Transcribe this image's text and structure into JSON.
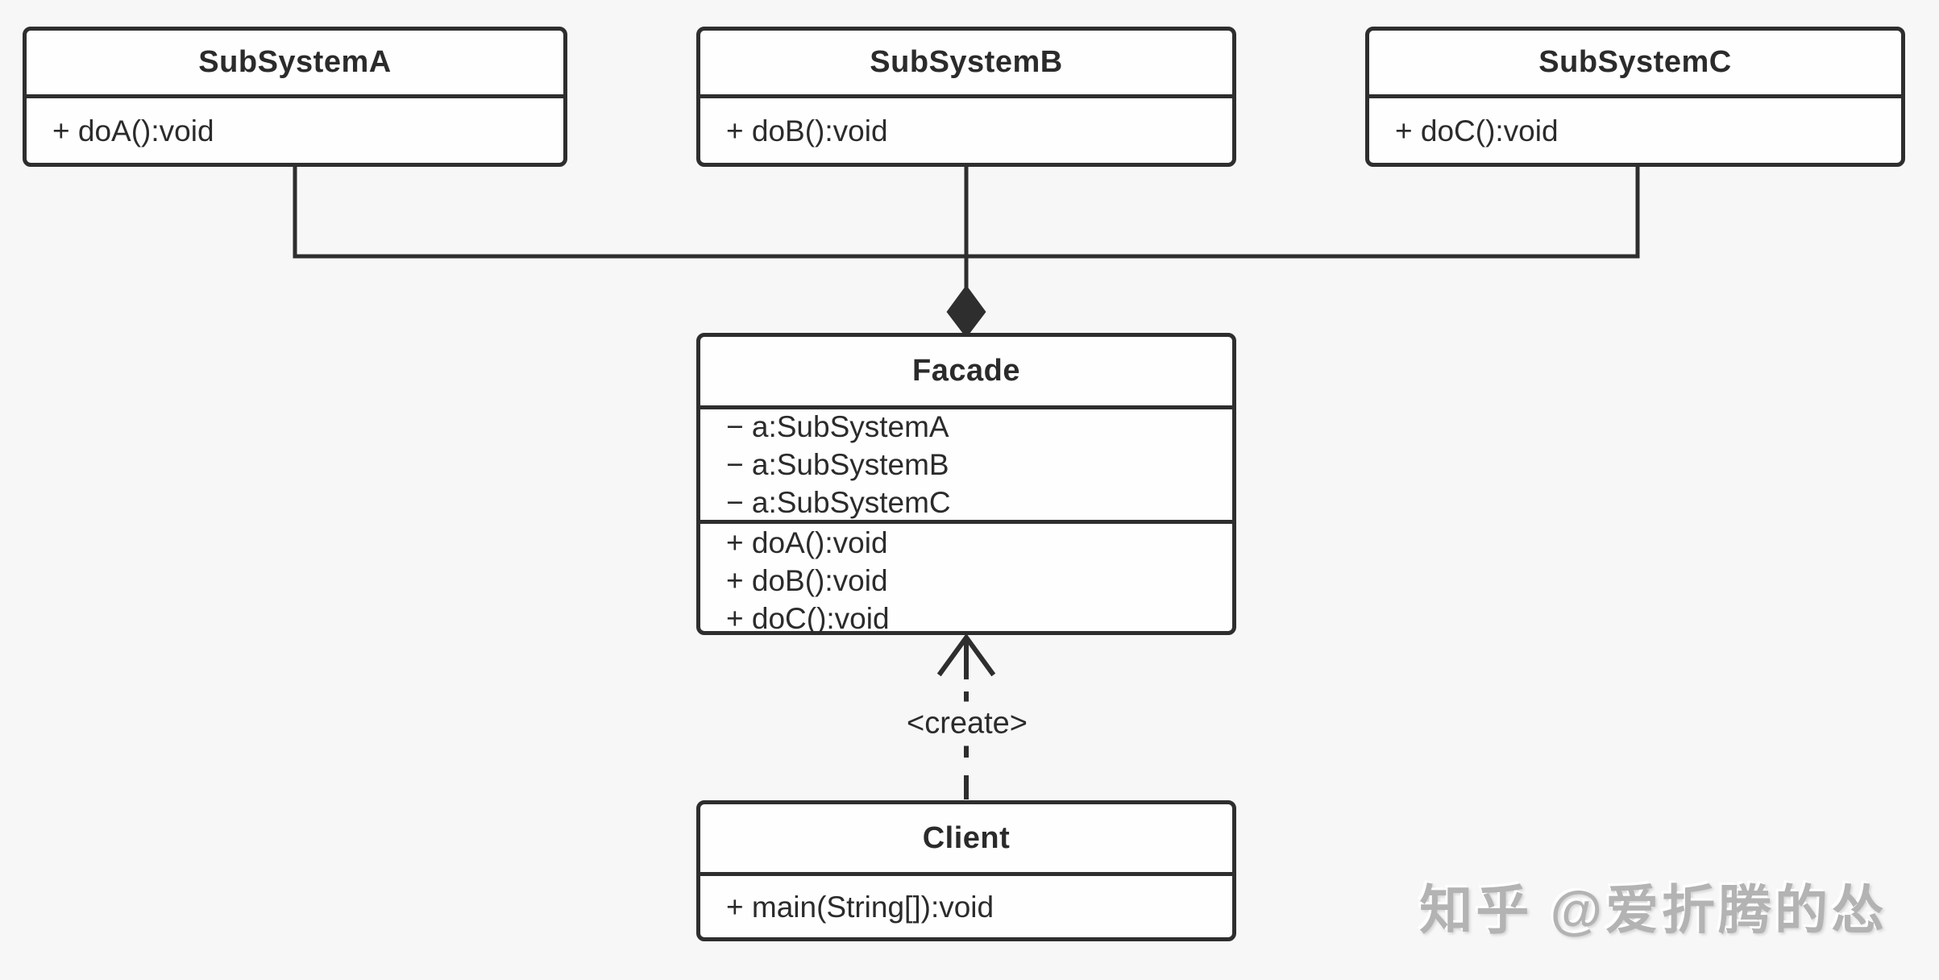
{
  "diagram": {
    "pattern": "Facade",
    "classes": [
      {
        "name": "SubSystemA",
        "attributes": [],
        "methods": [
          "+ doA():void"
        ]
      },
      {
        "name": "SubSystemB",
        "attributes": [],
        "methods": [
          "+ doB():void"
        ]
      },
      {
        "name": "SubSystemC",
        "attributes": [],
        "methods": [
          "+ doC():void"
        ]
      },
      {
        "name": "Facade",
        "attributes": [
          "− a:SubSystemA",
          "− a:SubSystemB",
          "− a:SubSystemC"
        ],
        "methods": [
          "+ doA():void",
          "+ doB():void",
          "+ doC():void"
        ]
      },
      {
        "name": "Client",
        "attributes": [],
        "methods": [
          "+ main(String[]):void"
        ]
      }
    ],
    "relationships": {
      "composition_targets": "SubSystemA, SubSystemB, SubSystemC → Facade",
      "dependency_label": "<create>"
    }
  },
  "watermark": {
    "text": "知乎 @爱折腾的怂"
  },
  "colors": {
    "background": "#f7f7f7",
    "box_fill": "#fefefe",
    "stroke": "#2e2e2e",
    "text": "#2b2b2b",
    "watermark": "#b3b3b3"
  }
}
